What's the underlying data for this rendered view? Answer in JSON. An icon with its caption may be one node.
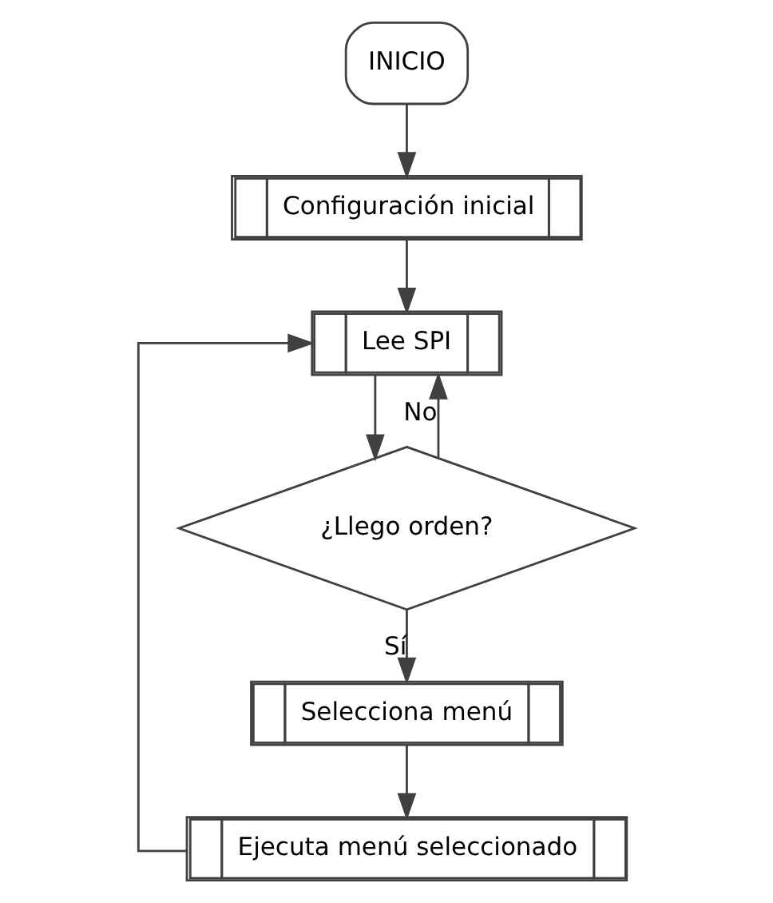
{
  "diagram": {
    "nodes": [
      {
        "text": [
          "INICIO"
        ]
      },
      {
        "text": [
          "Configuración inicial"
        ]
      },
      {
        "text": [
          "Lee SPI"
        ]
      },
      {
        "text": [
          "¿Llego orden?"
        ]
      },
      {
        "text": [
          "Selecciona menú"
        ]
      },
      {
        "text": [
          "Ejecuta menú seleccionado"
        ]
      }
    ],
    "edges": [
      {
        "from": 0,
        "to": 1,
        "arrow": "to"
      },
      {
        "from": 1,
        "to": 2,
        "arrow": "to"
      },
      {
        "from": 2,
        "to": 3,
        "arrow": "to"
      },
      {
        "from": 3,
        "to": 4,
        "arrow": "to",
        "label": "Sí"
      },
      {
        "from": 4,
        "to": 5,
        "arrow": "to"
      },
      {
        "from": 3,
        "to": 2,
        "arrow": "to",
        "label": "No"
      },
      {
        "from": 5,
        "to": 2,
        "arrow": "to"
      }
    ]
  }
}
